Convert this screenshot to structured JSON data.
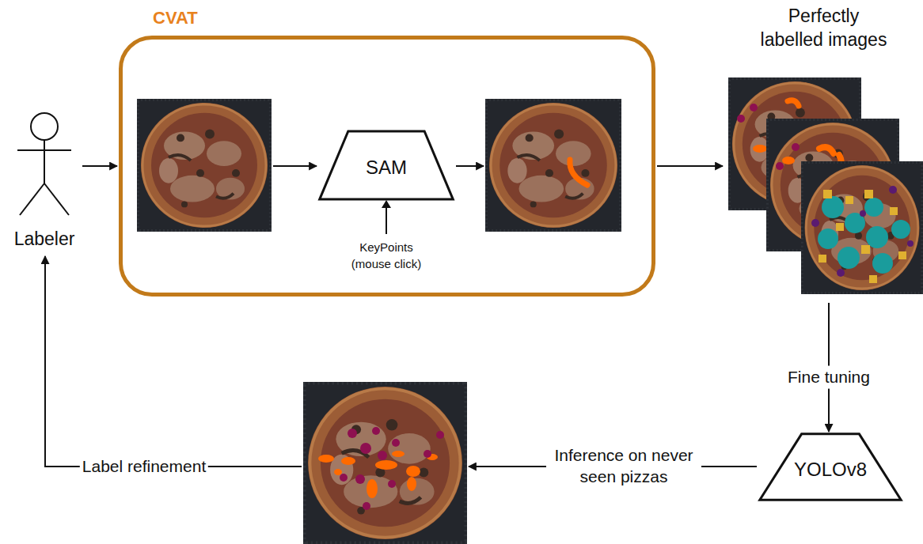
{
  "diagram": {
    "nodes": [
      {
        "text": [
          "Labeler"
        ]
      },
      {
        "text": [
          "CVAT"
        ]
      },
      {
        "text": [],
        "in": 1
      },
      {
        "text": [
          "SAM"
        ],
        "in": 1
      },
      {
        "text": [],
        "in": 1
      },
      {
        "text": [
          "Perfectly labelled images"
        ]
      },
      {
        "text": [
          "YOLOv8"
        ]
      },
      {
        "text": []
      }
    ],
    "edges": [
      {
        "from": 0,
        "to": 1,
        "arrow": "to"
      },
      {
        "from": 2,
        "to": 3,
        "arrow": "to"
      },
      {
        "from": 3,
        "to": 4,
        "arrow": "to"
      },
      {
        "from": 1,
        "to": 5,
        "arrow": "to"
      },
      {
        "from": 5,
        "to": 6,
        "label": "Fine tuning",
        "arrow": "to"
      },
      {
        "from": 6,
        "to": 7,
        "label": "Inference on never seen pizzas",
        "arrow": "to"
      },
      {
        "from": 7,
        "to": 0,
        "label": "Label refinement",
        "arrow": "to"
      }
    ],
    "labels": [
      "KeyPoints (mouse click)"
    ]
  }
}
